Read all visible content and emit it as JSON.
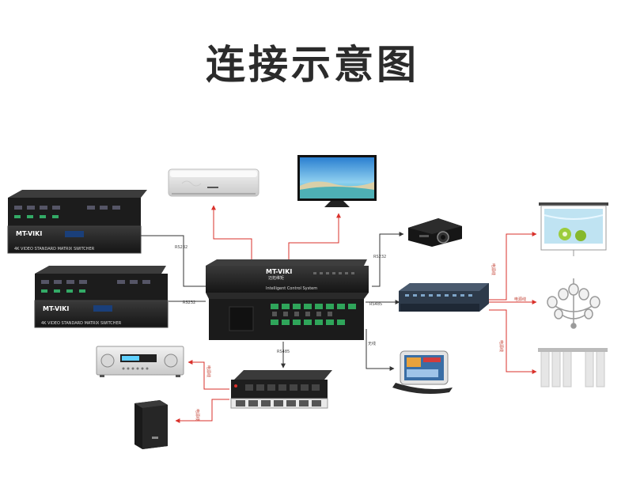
{
  "title": "连接示意图",
  "central": {
    "brand": "MT-VIKI",
    "brand_sub": "迈拓维矩",
    "caption": "Intelligent Control System"
  },
  "matrix_top": {
    "brand": "MT-VIKI",
    "caption": "4K VIDEO STANDARD MATRIX SWITCHER"
  },
  "matrix_bottom": {
    "brand": "MT-VIKI",
    "caption": "4K VIDEO STANDARD MATRIX SWITCHER"
  },
  "labels": {
    "top_matrix_link": "RS232",
    "bottom_matrix_link": "RS232",
    "projector_link": "RS232",
    "relay_link": "RS485",
    "power_link": "RS485",
    "touch_link": "无线",
    "screen_link": "电源线",
    "lamp_link": "电源线",
    "curtain_link": "电源线",
    "amplifier_link": "电源线",
    "speaker_link": "电源线"
  },
  "colors": {
    "red_line": "#d9312b",
    "dark_line": "#333333",
    "device": "#1f1f1f"
  }
}
